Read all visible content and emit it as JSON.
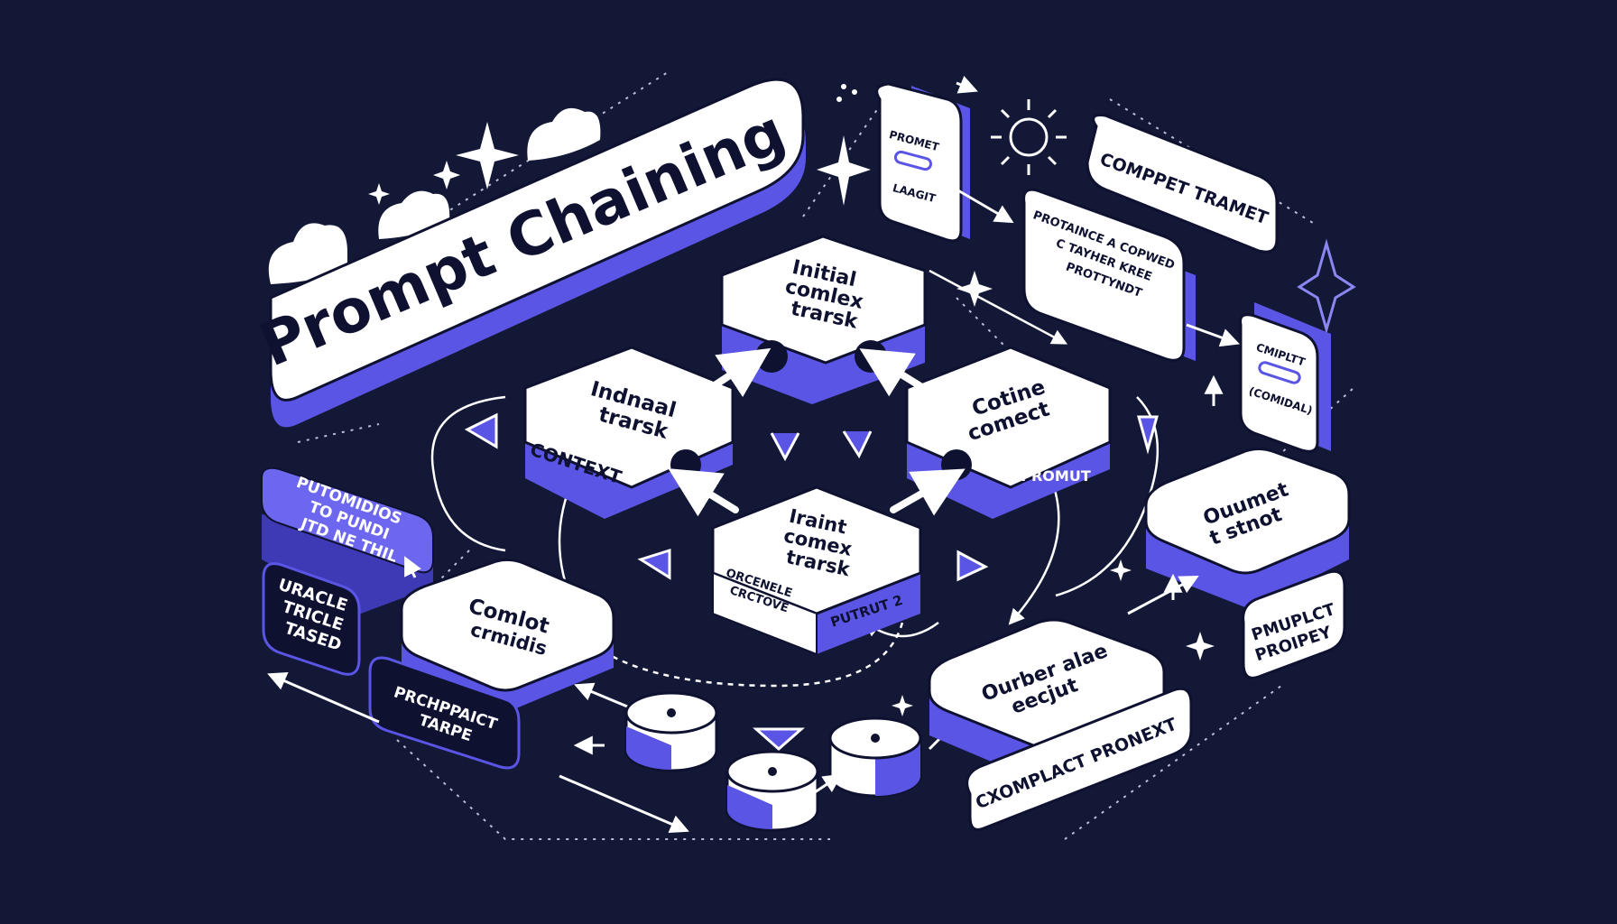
{
  "colors": {
    "background": "#131836",
    "accent": "#5b55e6",
    "accent_light": "#8c86f2",
    "card": "#ffffff",
    "ink": "#0e1130"
  },
  "banner": {
    "title": "Prompt Chaining"
  },
  "center_blocks": {
    "top": [
      "Initial",
      "comlex",
      "trarsk"
    ],
    "left": [
      "Indnaal",
      "trarsk"
    ],
    "left_side": "CONTEXT",
    "right": [
      "Cotine",
      "comect"
    ],
    "right_side": "PROMUT",
    "middle": [
      "Iraint",
      "comex",
      "trarsk"
    ],
    "middle_side": [
      "ORCENELE",
      "CRCTOVE"
    ],
    "middle_tag": "PUTRUT 2"
  },
  "left_blocks": {
    "purple_tile": [
      "PUTOMIDIOS",
      "TO PUNDI",
      "JTD NE THIL"
    ],
    "dark_tile": [
      "URACLE",
      "TRICLE",
      "TASED"
    ],
    "complet": [
      "Comlot",
      "crmidis"
    ],
    "template": [
      "PRCHPPAICT",
      "TARPE"
    ]
  },
  "right_blocks": {
    "prompt_card": [
      "PROMET",
      "LAAGIT"
    ],
    "compet_tramet": "COMPPET TRAMET",
    "note_card": [
      "PROTAINCE A COPWED",
      "C TAYHER KREE",
      "PROTTYNDT"
    ],
    "small_card": [
      "CMIPLTT",
      "(COMIDAL)"
    ],
    "ouumet": [
      "Ouumet",
      "t stnot"
    ],
    "pmuplct": [
      "PMUPLCT",
      "PROIPEY"
    ],
    "ourber": [
      "Ourber alae",
      "eecjut"
    ],
    "cxomplact": "CXOMPLACT PRONEXT"
  }
}
